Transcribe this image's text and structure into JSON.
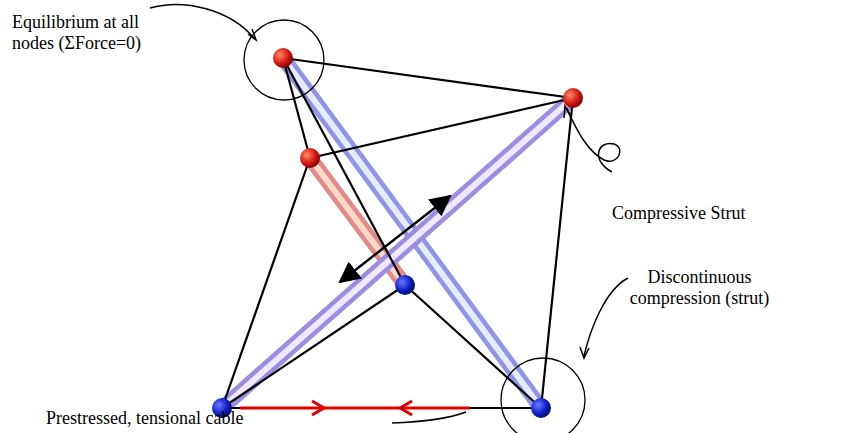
{
  "diagram": {
    "labels": [
      "Equilibrium at all nodes (ΣForce=0)",
      "Compressive Strut",
      "Discontinuous compression (strut)",
      "Prestressed, tensional cable"
    ]
  }
}
